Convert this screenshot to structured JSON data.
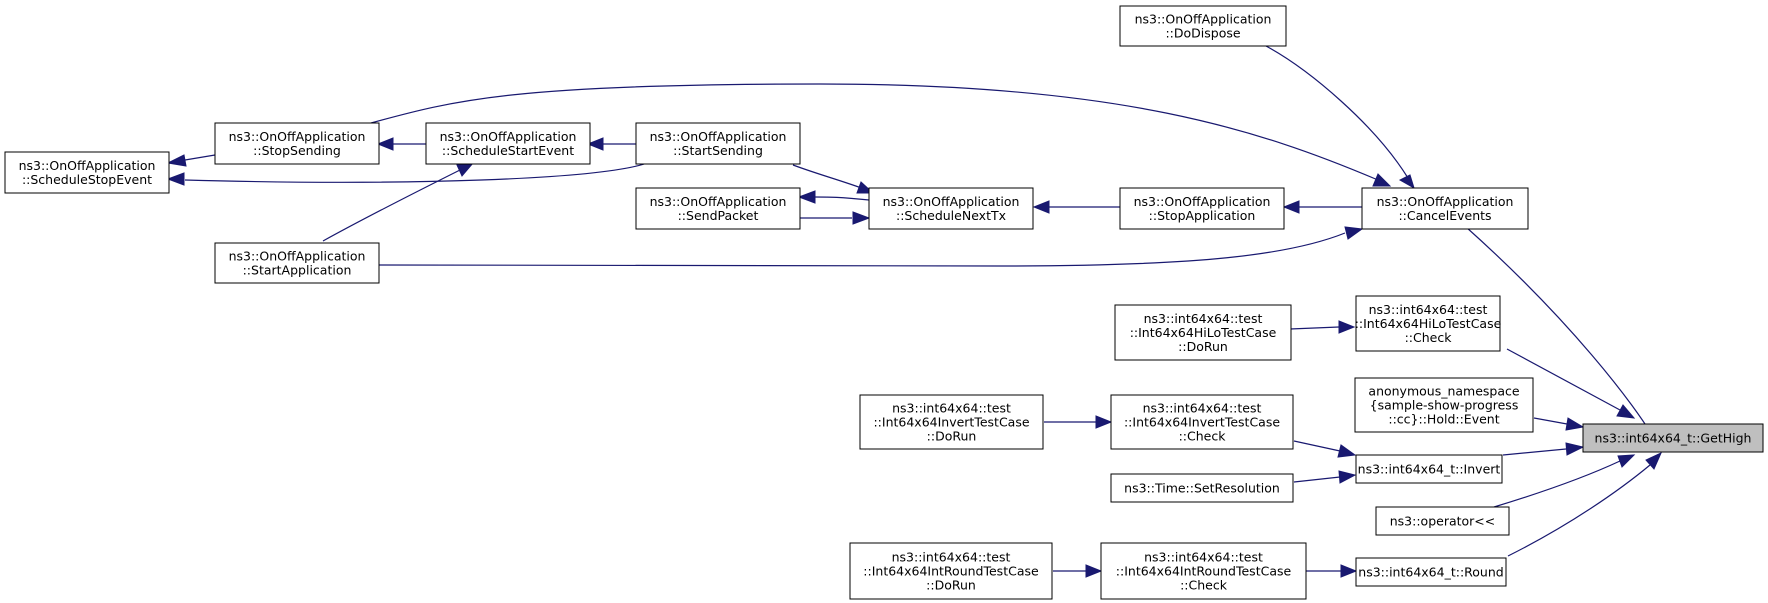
{
  "graph": {
    "title": "",
    "edge_color": "#191970",
    "root_fill": "#bfbfbf",
    "nodes": [
      {
        "id": "getHigh",
        "lines": [
          "ns3::int64x64_t::GetHigh"
        ],
        "root": true
      },
      {
        "id": "cancelEvents",
        "lines": [
          "ns3::OnOffApplication",
          "::CancelEvents"
        ]
      },
      {
        "id": "doDispose",
        "lines": [
          "ns3::OnOffApplication",
          "::DoDispose"
        ]
      },
      {
        "id": "stopSending",
        "lines": [
          "ns3::OnOffApplication",
          "::StopSending"
        ]
      },
      {
        "id": "scheduleStopEvent",
        "lines": [
          "ns3::OnOffApplication",
          "::ScheduleStopEvent"
        ]
      },
      {
        "id": "scheduleStartEvent",
        "lines": [
          "ns3::OnOffApplication",
          "::ScheduleStartEvent"
        ]
      },
      {
        "id": "startSending",
        "lines": [
          "ns3::OnOffApplication",
          "::StartSending"
        ]
      },
      {
        "id": "startApplication",
        "lines": [
          "ns3::OnOffApplication",
          "::StartApplication"
        ]
      },
      {
        "id": "sendPacket",
        "lines": [
          "ns3::OnOffApplication",
          "::SendPacket"
        ]
      },
      {
        "id": "scheduleNextTx",
        "lines": [
          "ns3::OnOffApplication",
          "::ScheduleNextTx"
        ]
      },
      {
        "id": "stopApplication",
        "lines": [
          "ns3::OnOffApplication",
          "::StopApplication"
        ]
      },
      {
        "id": "hiLoDoRun",
        "lines": [
          "ns3::int64x64::test",
          "::Int64x64HiLoTestCase",
          "::DoRun"
        ]
      },
      {
        "id": "hiLoCheck",
        "lines": [
          "ns3::int64x64::test",
          "::Int64x64HiLoTestCase",
          "::Check"
        ]
      },
      {
        "id": "holdEvent",
        "lines": [
          "anonymous_namespace",
          "{sample-show-progress",
          "::cc}::Hold::Event"
        ]
      },
      {
        "id": "invertDoRun",
        "lines": [
          "ns3::int64x64::test",
          "::Int64x64InvertTestCase",
          "::DoRun"
        ]
      },
      {
        "id": "invertCheck",
        "lines": [
          "ns3::int64x64::test",
          "::Int64x64InvertTestCase",
          "::Check"
        ]
      },
      {
        "id": "invert",
        "lines": [
          "ns3::int64x64_t::Invert"
        ]
      },
      {
        "id": "setResolution",
        "lines": [
          "ns3::Time::SetResolution"
        ]
      },
      {
        "id": "operatorShift",
        "lines": [
          "ns3::operator<<"
        ]
      },
      {
        "id": "roundDoRun",
        "lines": [
          "ns3::int64x64::test",
          "::Int64x64IntRoundTestCase",
          "::DoRun"
        ]
      },
      {
        "id": "roundCheck",
        "lines": [
          "ns3::int64x64::test",
          "::Int64x64IntRoundTestCase",
          "::Check"
        ]
      },
      {
        "id": "round",
        "lines": [
          "ns3::int64x64_t::Round"
        ]
      }
    ]
  }
}
